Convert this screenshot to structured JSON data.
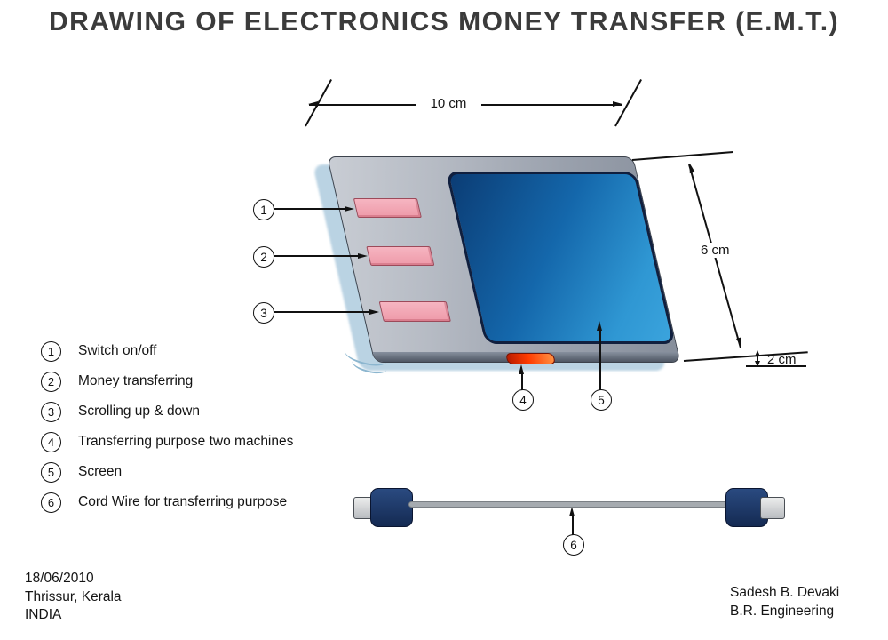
{
  "title": "DRAWING OF ELECTRONICS MONEY TRANSFER (E.M.T.)",
  "diagram": {
    "dimensions": {
      "width": "10 cm",
      "height": "6 cm",
      "thickness": "2 cm"
    },
    "callouts": [
      "1",
      "2",
      "3",
      "4",
      "5",
      "6"
    ]
  },
  "legend": {
    "items": [
      {
        "num": "1",
        "label": "Switch on/off"
      },
      {
        "num": "2",
        "label": "Money transferring"
      },
      {
        "num": "3",
        "label": "Scrolling up & down"
      },
      {
        "num": "4",
        "label": "Transferring purpose two machines"
      },
      {
        "num": "5",
        "label": "Screen"
      },
      {
        "num": "6",
        "label": "Cord Wire for transferring purpose"
      }
    ]
  },
  "footer": {
    "date": "18/06/2010",
    "place": "Thrissur, Kerala",
    "country": "INDIA"
  },
  "credit": {
    "author": "Sadesh B. Devaki",
    "company": "B.R. Engineering"
  },
  "colors": {
    "title_gray": "#3b3b3b",
    "body_gray": "#a8aeb8",
    "shadow_blue": "#bad3e3",
    "screen_dark_blue": "#0b3c74",
    "screen_light_blue": "#3ba4dd",
    "button_pink": "#f2a9b6",
    "led_red": "#b91c00",
    "led_orange": "#ff9042",
    "connector_navy": "#1d3a6b",
    "cable_gray": "#a6abb0"
  }
}
